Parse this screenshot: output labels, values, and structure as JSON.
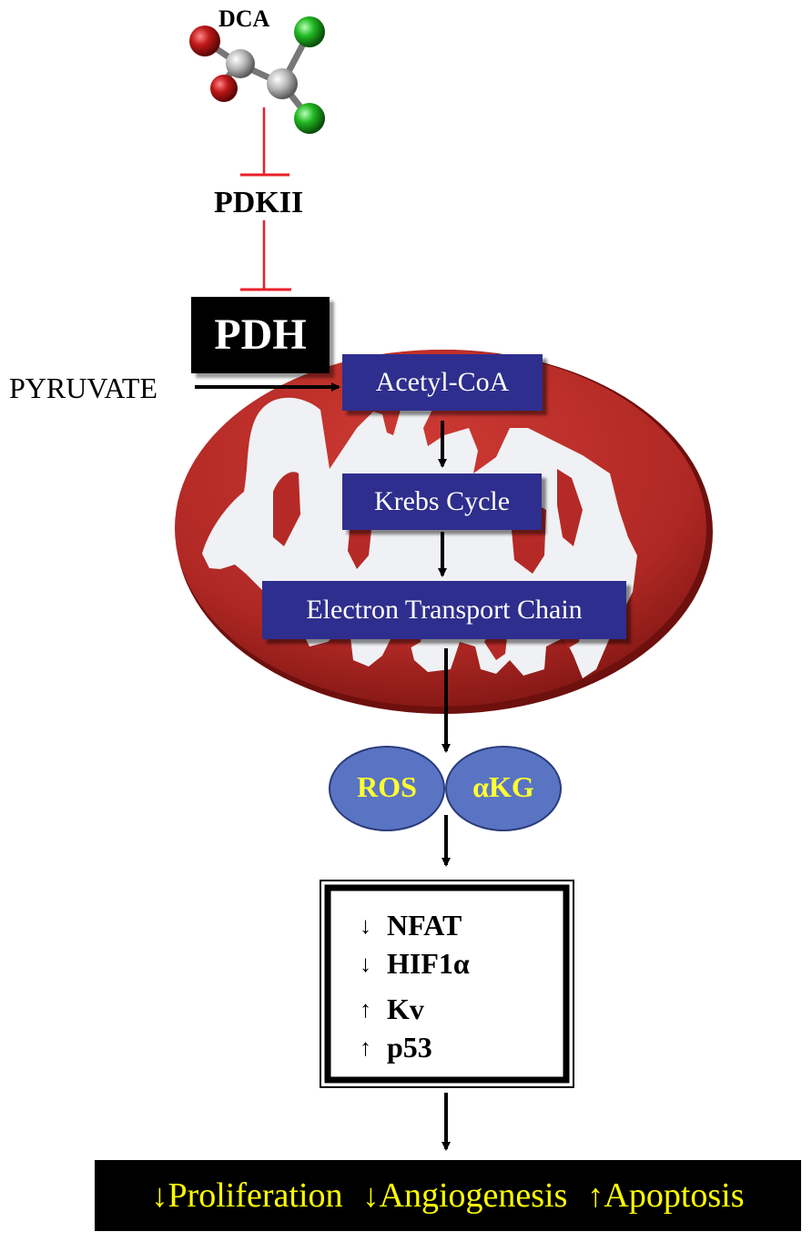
{
  "molecule": {
    "label": "DCA"
  },
  "inhibitor_target": {
    "label": "PDKII"
  },
  "enzyme": {
    "label": "PDH"
  },
  "substrate": {
    "label": "PYRUVATE"
  },
  "pathway_steps": [
    "Acetyl-CoA",
    "Krebs Cycle",
    "Electron Transport Chain"
  ],
  "mediators": [
    "ROS",
    "αKG"
  ],
  "factors": [
    {
      "direction": "↓",
      "name": "NFAT"
    },
    {
      "direction": "↓",
      "name": "HIF1α"
    },
    {
      "direction": "↑",
      "name": "Kv"
    },
    {
      "direction": "↑",
      "name": "p53"
    }
  ],
  "outcomes": [
    {
      "direction": "↓",
      "name": "Proliferation"
    },
    {
      "direction": "↓",
      "name": "Angiogenesis"
    },
    {
      "direction": "↑",
      "name": "Apoptosis"
    }
  ],
  "colors": {
    "inhibition": "#e8202a",
    "mitochondrion": "#b52a26",
    "step_box": "#2e2e8e",
    "mediator": "#5a74c4",
    "mediator_text": "#ffff33",
    "outcome_bar": "#000000",
    "outcome_text": "#ffff00"
  }
}
